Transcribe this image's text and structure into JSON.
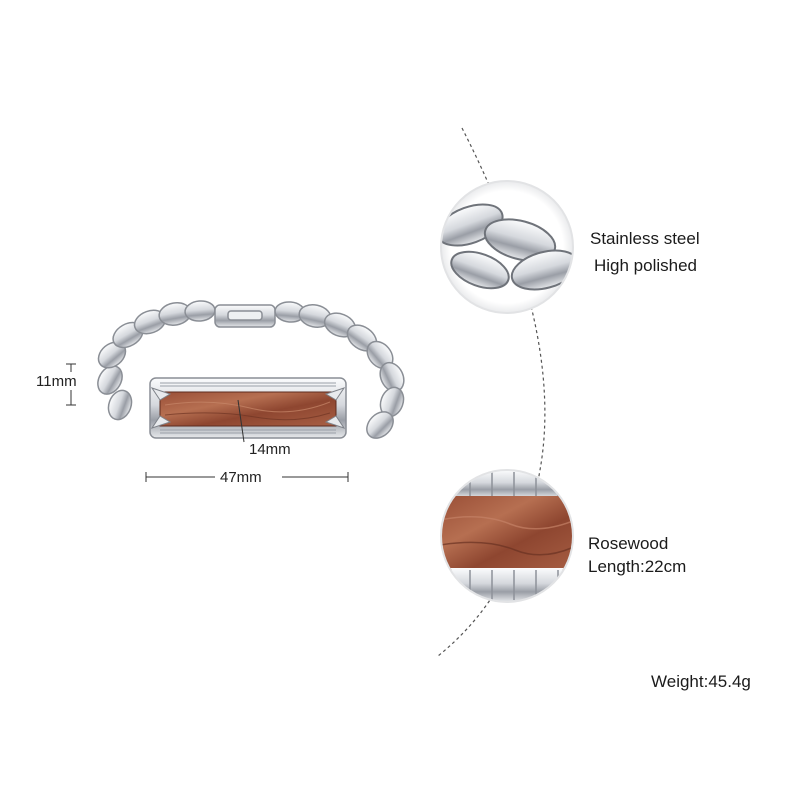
{
  "product": {
    "colors": {
      "steel_light": "#f4f5f7",
      "steel_mid": "#c9ccd1",
      "steel_dark": "#7c8088",
      "wood_light": "#b26f52",
      "wood_mid": "#8f4a34",
      "wood_dark": "#6a3324"
    }
  },
  "dimensions": {
    "height": "11mm",
    "width": "47mm",
    "depth": "14mm"
  },
  "callouts": {
    "steel": {
      "line1": "Stainless steel",
      "line2": "High polished"
    },
    "wood": {
      "line1": "Rosewood",
      "line2": "Length:22cm"
    }
  },
  "weight": "Weight:45.4g"
}
